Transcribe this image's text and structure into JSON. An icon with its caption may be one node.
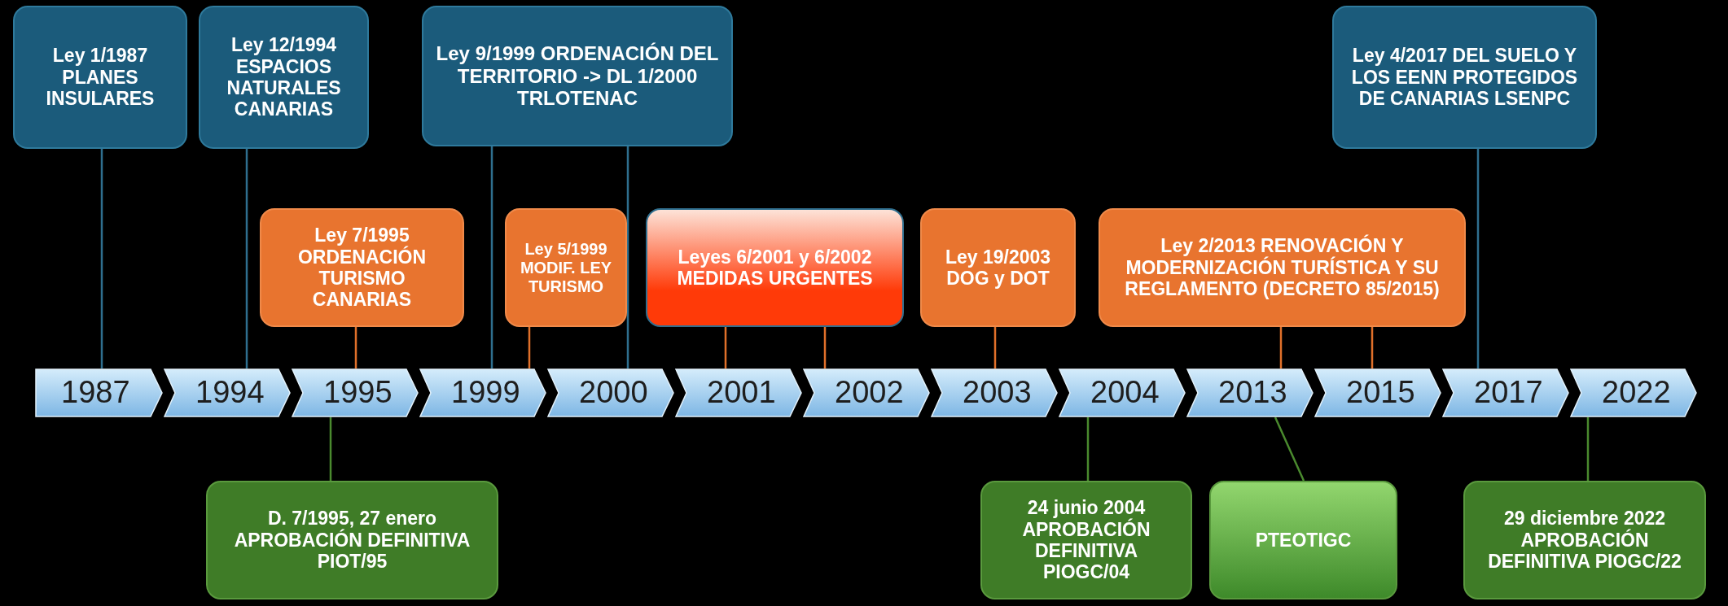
{
  "diagram": {
    "nodes": [
      {
        "text": [
          "Ley 1/1987 PLANES INSULARES"
        ]
      },
      {
        "text": [
          "Ley 12/1994 ESPACIOS NATURALES CANARIAS"
        ]
      },
      {
        "text": [
          "Ley 9/1999 ORDENACIÓN DEL TERRITORIO -> DL 1/2000 TRLOTENAC"
        ]
      },
      {
        "text": [
          "Ley 4/2017 DEL SUELO Y LOS EENN PROTEGIDOS DE CANARIAS LSENPC"
        ]
      },
      {
        "text": [
          "Ley 7/1995 ORDENACIÓN TURISMO CANARIAS"
        ]
      },
      {
        "text": [
          "Ley 5/1999 MODIF. LEY TURISMO"
        ]
      },
      {
        "text": [
          "Leyes 6/2001 y 6/2002 MEDIDAS URGENTES"
        ]
      },
      {
        "text": [
          "Ley 19/2003 DOG y DOT"
        ]
      },
      {
        "text": [
          "Ley 2/2013 RENOVACIÓN Y MODERNIZACIÓN TURÍSTICA Y SU REGLAMENTO (DECRETO 85/2015)"
        ]
      },
      {
        "text": [
          "1987"
        ]
      },
      {
        "text": [
          "1994"
        ]
      },
      {
        "text": [
          "1995"
        ]
      },
      {
        "text": [
          "1999"
        ]
      },
      {
        "text": [
          "2000"
        ]
      },
      {
        "text": [
          "2001"
        ]
      },
      {
        "text": [
          "2002"
        ]
      },
      {
        "text": [
          "2003"
        ]
      },
      {
        "text": [
          "2004"
        ]
      },
      {
        "text": [
          "2013"
        ]
      },
      {
        "text": [
          "2015"
        ]
      },
      {
        "text": [
          "2017"
        ]
      },
      {
        "text": [
          "2022"
        ]
      },
      {
        "text": [
          "D. 7/1995, 27 enero APROBACIÓN DEFINITIVA PIOT/95"
        ]
      },
      {
        "text": [
          "24 junio 2004 APROBACIÓN DEFINITIVA PIOGC/04"
        ]
      },
      {
        "text": [
          "PTEOTIGC"
        ]
      },
      {
        "text": [
          "29 diciembre 2022 APROBACIÓN DEFINITIVA PIOGC/22"
        ]
      }
    ],
    "edges": [
      {
        "from": 0,
        "to": 9,
        "arrow": "none",
        "color": "#2f6f8f"
      },
      {
        "from": 1,
        "to": 10,
        "arrow": "none",
        "color": "#2f6f8f"
      },
      {
        "from": 2,
        "to": 12,
        "arrow": "none",
        "color": "#2f6f8f"
      },
      {
        "from": 2,
        "to": 13,
        "arrow": "none",
        "color": "#2f6f8f"
      },
      {
        "from": 3,
        "to": 20,
        "arrow": "none",
        "color": "#2f6f8f"
      },
      {
        "from": 4,
        "to": 11,
        "arrow": "none"
      },
      {
        "from": 5,
        "to": 12,
        "arrow": "none"
      },
      {
        "from": 6,
        "to": 14,
        "arrow": "none"
      },
      {
        "from": 6,
        "to": 15,
        "arrow": "none"
      },
      {
        "from": 7,
        "to": 16,
        "arrow": "none"
      },
      {
        "from": 8,
        "to": 18,
        "arrow": "none"
      },
      {
        "from": 8,
        "to": 19,
        "arrow": "none"
      },
      {
        "from": 22,
        "to": 11,
        "arrow": "none",
        "color": "#4a8a2e"
      },
      {
        "from": 23,
        "to": 17,
        "arrow": "none",
        "color": "#4a8a2e"
      },
      {
        "from": 24,
        "to": 18,
        "arrow": "none",
        "color": "#4a8a2e"
      },
      {
        "from": 25,
        "to": 21,
        "arrow": "none",
        "color": "#4a8a2e"
      }
    ]
  }
}
